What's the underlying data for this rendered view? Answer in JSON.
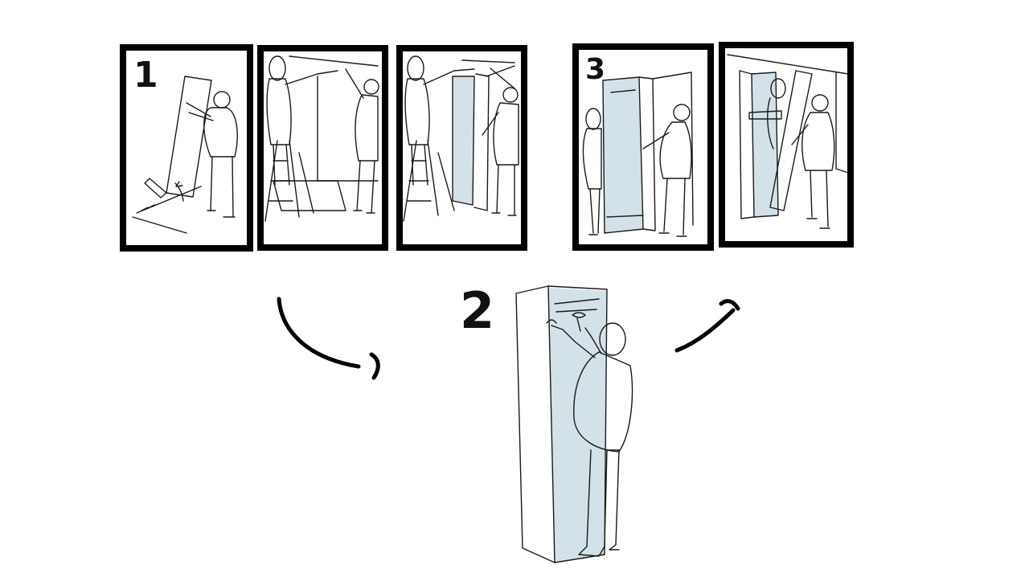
{
  "steps": {
    "one": "1",
    "two": "2",
    "three": "3"
  },
  "colors": {
    "panel_fill": "#d3e1e8",
    "ink": "#1a1a1a",
    "frame": "#000000",
    "background": "#ffffff"
  },
  "icons": {
    "flow_left": "curved-arrow-icon",
    "flow_right": "curved-arrow-icon"
  }
}
